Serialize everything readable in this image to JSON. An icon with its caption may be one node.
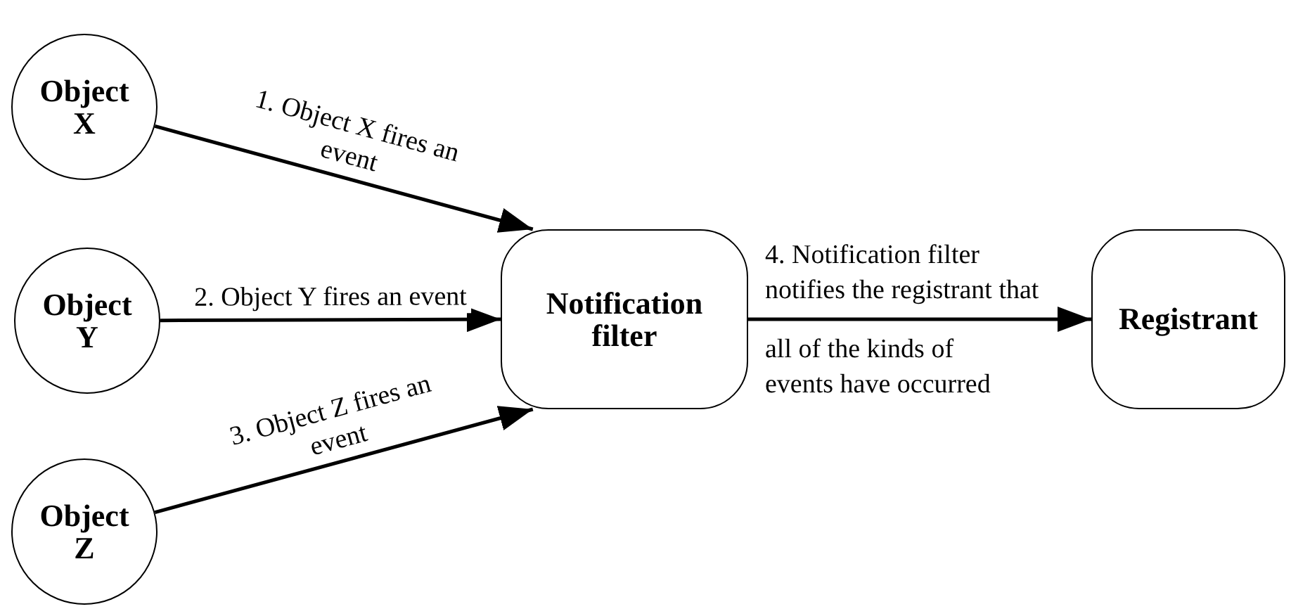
{
  "diagram": {
    "nodes": [
      {
        "text": [
          "Object X"
        ]
      },
      {
        "text": [
          "Object Y"
        ]
      },
      {
        "text": [
          "Object Z"
        ]
      },
      {
        "text": [
          "Notification filter"
        ]
      },
      {
        "text": [
          "Registrant"
        ]
      }
    ],
    "edges": [
      {
        "from": 0,
        "to": 3,
        "arrow": "to",
        "label": "1. Object X fires an event"
      },
      {
        "from": 1,
        "to": 3,
        "arrow": "to",
        "label": "2. Object Y fires an event"
      },
      {
        "from": 2,
        "to": 3,
        "arrow": "to",
        "label": "3. Object Z fires an event"
      },
      {
        "from": 3,
        "to": 4,
        "arrow": "to",
        "label": "4. Notification filter notifies the registrant that"
      }
    ],
    "labels": [
      "all of the kinds of events have occurred"
    ]
  }
}
